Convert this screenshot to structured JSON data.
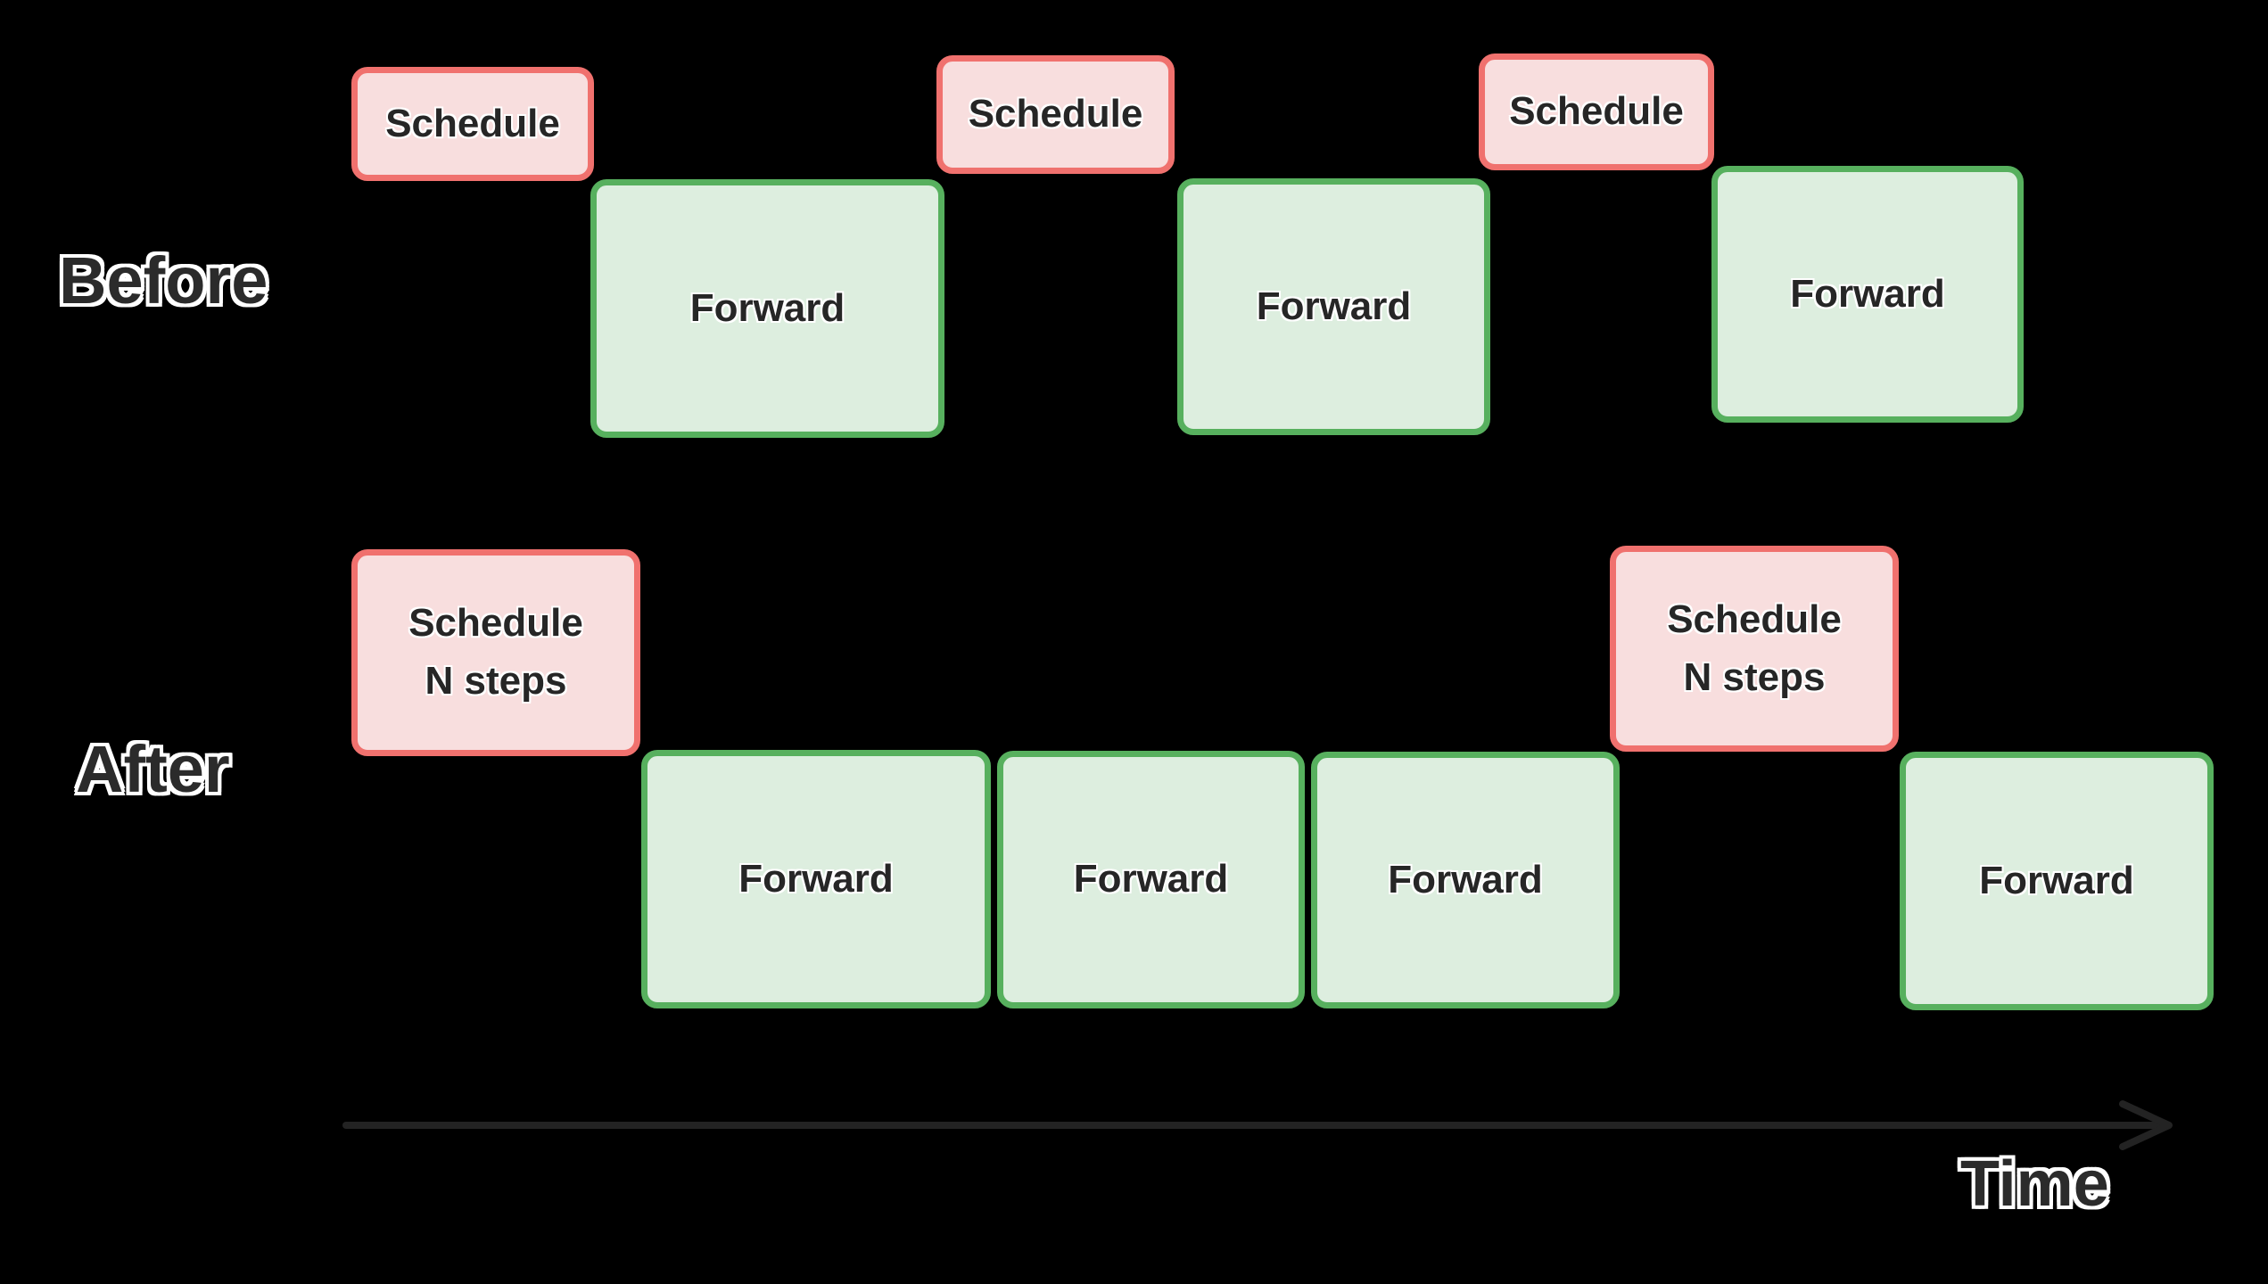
{
  "colors": {
    "background": "#000000",
    "schedule_fill": "#f8dede",
    "schedule_border": "#f0716e",
    "forward_fill": "#ddeedf",
    "forward_border": "#57b05e",
    "box_text": "#262626",
    "label_text": "#2b2b2b",
    "label_outline": "#ffffff",
    "axis_color": "#232323"
  },
  "rows": {
    "before": {
      "label": "Before",
      "blocks": [
        {
          "kind": "schedule",
          "label": "Schedule"
        },
        {
          "kind": "forward",
          "label": "Forward"
        },
        {
          "kind": "schedule",
          "label": "Schedule"
        },
        {
          "kind": "forward",
          "label": "Forward"
        },
        {
          "kind": "schedule",
          "label": "Schedule"
        },
        {
          "kind": "forward",
          "label": "Forward"
        }
      ]
    },
    "after": {
      "label": "After",
      "blocks": [
        {
          "kind": "schedule",
          "lines": [
            "Schedule",
            "N steps"
          ]
        },
        {
          "kind": "forward",
          "label": "Forward"
        },
        {
          "kind": "forward",
          "label": "Forward"
        },
        {
          "kind": "forward",
          "label": "Forward"
        },
        {
          "kind": "schedule",
          "lines": [
            "Schedule",
            "N steps"
          ]
        },
        {
          "kind": "forward",
          "label": "Forward"
        }
      ]
    }
  },
  "axis": {
    "label": "Time"
  }
}
